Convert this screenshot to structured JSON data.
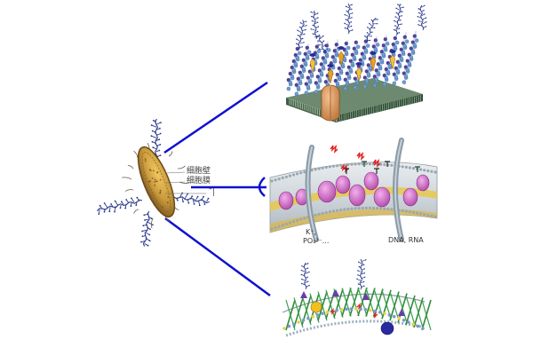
{
  "colors": {
    "connector": "#1010d0",
    "lps_chain": "#2a3a8c",
    "bacterium_body": "#c89a3c",
    "bacterium_outline": "#6b4a1a",
    "bead_blue": "#6aa0d8",
    "bead_purple": "#5b3f9a",
    "lipid_green": "#2f6f4a",
    "membrane_yellow": "#e8c84a",
    "protein_pink": "#d66ad0",
    "channel_gray": "#8a9aa6",
    "peptidoglycan_green": "#2e8b3a",
    "accent_red": "#e02020",
    "accent_orange": "#e8a020"
  },
  "cell": {
    "labels": {
      "cell_wall": "细胞壁",
      "cell_membrane": "细胞膜",
      "third_label": "                 ¯|"
    }
  },
  "panels": {
    "middle": {
      "ion_label_1": "K⁺,",
      "ion_label_2": "PO₄³⁻...",
      "nucleic_label": "DNA, RNA"
    }
  }
}
